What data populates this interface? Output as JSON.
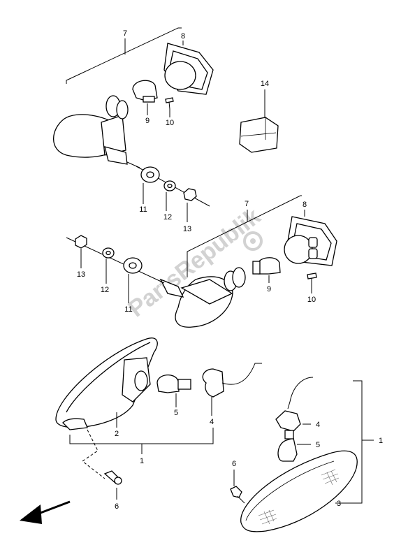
{
  "diagram": {
    "watermark": "PartsRepublik",
    "callouts": {
      "top_assembly": "7",
      "top_lens": "8",
      "top_bulb": "9",
      "top_screw": "10",
      "top_washer_large": "11",
      "top_washer_small": "12",
      "top_nut": "13",
      "reflector": "14",
      "mid_assembly": "7",
      "mid_lens": "8",
      "mid_bulb": "9",
      "mid_screw": "10",
      "mid_nut": "13",
      "mid_washer_small": "12",
      "mid_washer_large": "11",
      "low_socket_right": "4",
      "low_bulb_right": "5",
      "low_assembly_right": "1",
      "low_screw_right": "6",
      "low_lens_right": "3",
      "low_housing_left": "2",
      "low_bulb_left": "5",
      "low_socket_left": "4",
      "low_assembly_left": "1",
      "low_screw_left": "6"
    },
    "front_arrow_icon": "arrow-left-down-icon"
  }
}
